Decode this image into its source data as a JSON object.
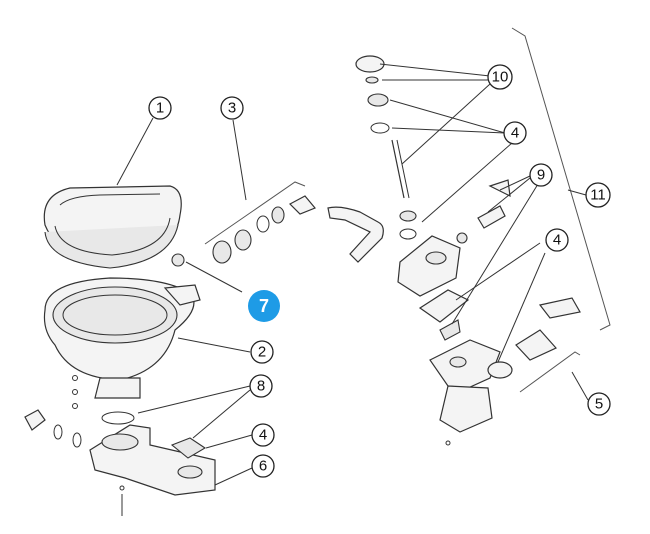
{
  "figure": {
    "callouts": [
      {
        "id": "c1",
        "label": "1"
      },
      {
        "id": "c2",
        "label": "2"
      },
      {
        "id": "c3",
        "label": "3"
      },
      {
        "id": "c4a",
        "label": "4"
      },
      {
        "id": "c4b",
        "label": "4"
      },
      {
        "id": "c4c",
        "label": "4"
      },
      {
        "id": "c5",
        "label": "5"
      },
      {
        "id": "c6",
        "label": "6"
      },
      {
        "id": "c7",
        "label": "7",
        "highlight": true
      },
      {
        "id": "c8",
        "label": "8"
      },
      {
        "id": "c9",
        "label": "9"
      },
      {
        "id": "c10",
        "label": "10"
      },
      {
        "id": "c11",
        "label": "11"
      }
    ],
    "highlight_color": "#1e9be6",
    "line_color": "#333333"
  }
}
